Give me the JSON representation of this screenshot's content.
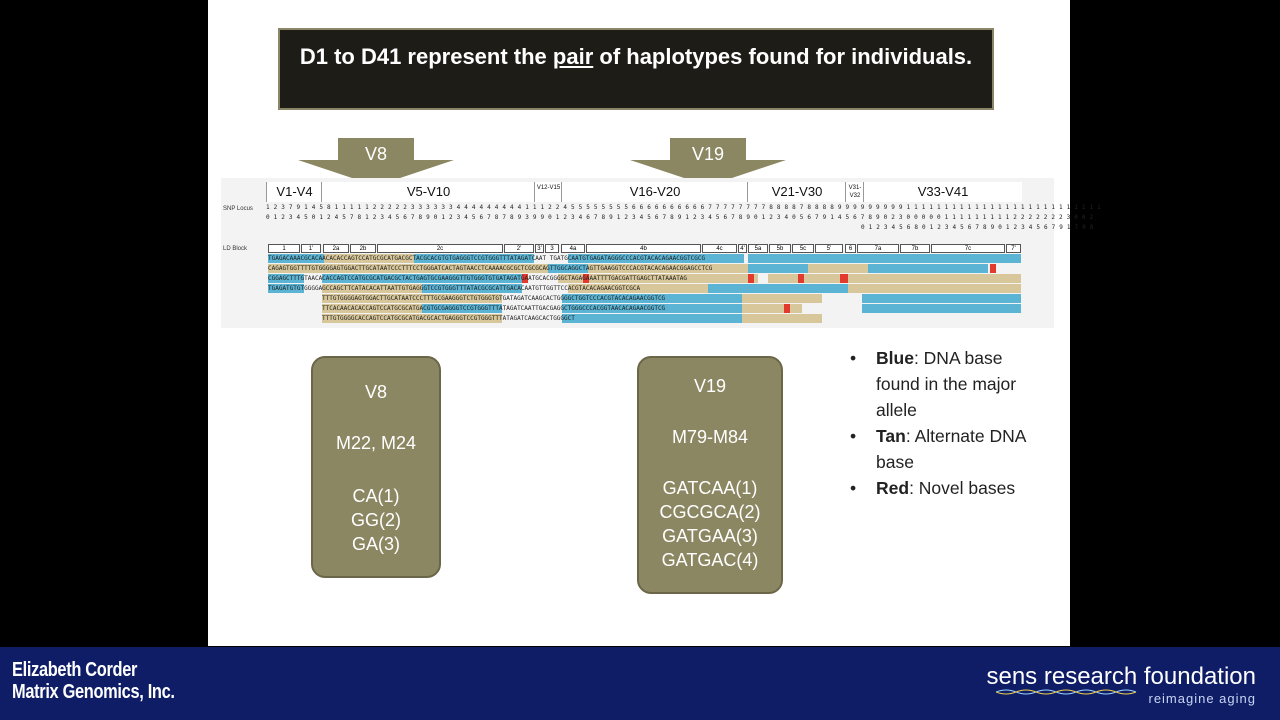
{
  "title": {
    "pre": "D1 to D41 represent the ",
    "underlined": "pair",
    "post": " of haplotypes found for individuals."
  },
  "arrows": [
    {
      "label": "V8"
    },
    {
      "label": "V19"
    }
  ],
  "table": {
    "groups": [
      "V1-V4",
      "V5-V10",
      "V12-V15",
      "V16-V20",
      "V21-V30",
      "V31-V32",
      "V33-V41"
    ],
    "snp_label": "SNP Locus",
    "ld_label": "LD Block",
    "snp_row1": "1 2 3 7 9 1 4 5 8 1 1 1 1 1 2 2 2 2 2 3 3 3 3 3 3 4 4 4 4 4 4 4 4 4 1 1 1 2 2 4 5 5 5 5 5 5 5 5 6 6 6 6 6 6 6 6 6 6 7 7 7 7 7 7 7 7 8 8 8 8 7 8 8 8 8 9 9 9 9 9 9 9 9 9 1 1 1 1 1 1 1 1 1 1 1 1 1 1 1 1 1 1 1 1 1 1 1 1 1 1",
    "snp_row2": "0 1 2 3 4 5 0 1 2 4 5 7 8 1 2 3 4 5 6 7 8 9 0 1 2 3 4 5 6 7 8 7 8 9 3 9 9 0 1 2 3 4 6 7 8 9 1 2 3 4 5 6 7 8 9 1 2 3 4 5 6 7 8 9 0 1 2 3 4 0 5 6 7 9 1 4 5 6 7 8 9 0 2 3 0 0 0 0 0 1 1 1 1 1 1 1 1 1 2 2 2 2 2 2 2 3 0 0 2",
    "snp_row3": "0 1 2 3 4 5 6 8 0 1 2 3 4 5 6 7 8 9 0 1 2 3 4 5 6 7 9 1 7 9 8",
    "ld_blocks": [
      "1",
      "1'",
      "2a",
      "2b",
      "2c",
      "2'",
      "3'",
      "3",
      "4a",
      "4b",
      "4c",
      "4'",
      "5a",
      "5b",
      "5c",
      "5'",
      "6",
      "7a",
      "7b",
      "7c",
      "7'"
    ],
    "sequences": [
      "TGAGACAAACGCACAACACACCAGTCCATGCGCATGACGCTACGCACGTGTGAGGGTCCGTGGGTTTATAGATCAAT TGATGCAATGTGAGATAGGGCCCACGTACACAGAACGGTCGCG",
      "CAGAGTGGTTTTGTGGGGAGTGGACTTGCATAATCCCTTTCCTGGGATCACTAGTAACCTCAAAACGCGCTCGCGCAGTTGGCAGGCTAGTTGAAGGTCCCACGTACACAGAACGGAGCCTCG",
      "CGGAGCTTTGTAACACACCAGTCCATGCGCATGACGCTACTGAGTGCGAAGGGTTGTGGGTGTGATAGATGAATGCACGGGGCTAGAGAAATTTTGACGATTGAGCTTATAAATAG",
      "TGAGATGTGTGGGGAGCCAGCTTCATACACATTAATTGTGAGGGTCCGTGGGTTTATACGCGCATTGACACAATGTTGGTTCCACGTACACAGAACGGTCGCA",
      "TTTGTGGGGAGTGGACTTGCATAATCCCTTTGCGAAGGGTCTGTGGGTGTGATAGATCAAGCACTGGGGCTGGTCCCACGTACACAGAACGGTCG",
      "TTCACAACACACCAGTCCATGCGCATGACGTGCGAGGGTCCGTGGGTTTATAGATCAATTGACGAGGCTGGGCCCACGGTAACACAGAACGGTCG",
      "TTTGTGGGGCACCAGTCCATGCGCATGACGCACTGAGGGTCCGTGGGTTTATAGATCAAGCACTGGGGCT"
    ]
  },
  "box_v8": {
    "title": "V8",
    "markers": "M22, M24",
    "haps": [
      "CA(1)",
      "GG(2)",
      "GA(3)"
    ]
  },
  "box_v19": {
    "title": "V19",
    "markers": "M79-M84",
    "haps": [
      "GATCAA(1)",
      "CGCGCA(2)",
      "GATGAA(3)",
      "GATGAC(4)"
    ]
  },
  "legend": [
    {
      "bold": "Blue",
      "rest": ": DNA base found in the major allele"
    },
    {
      "bold": "Tan",
      "rest": ": Alternate DNA base"
    },
    {
      "bold": "Red",
      "rest": ": Novel bases"
    }
  ],
  "footer": {
    "speaker_name": "Elizabeth Corder",
    "speaker_org": "Matrix Genomics, Inc.",
    "org_name": "sens research foundation",
    "org_tagline": "reimagine aging"
  },
  "colors": {
    "blue": "#5bb4d4",
    "tan": "#d8c79a",
    "red": "#e23b2e",
    "box": "#8c8763",
    "bar": "#0e1d66"
  }
}
